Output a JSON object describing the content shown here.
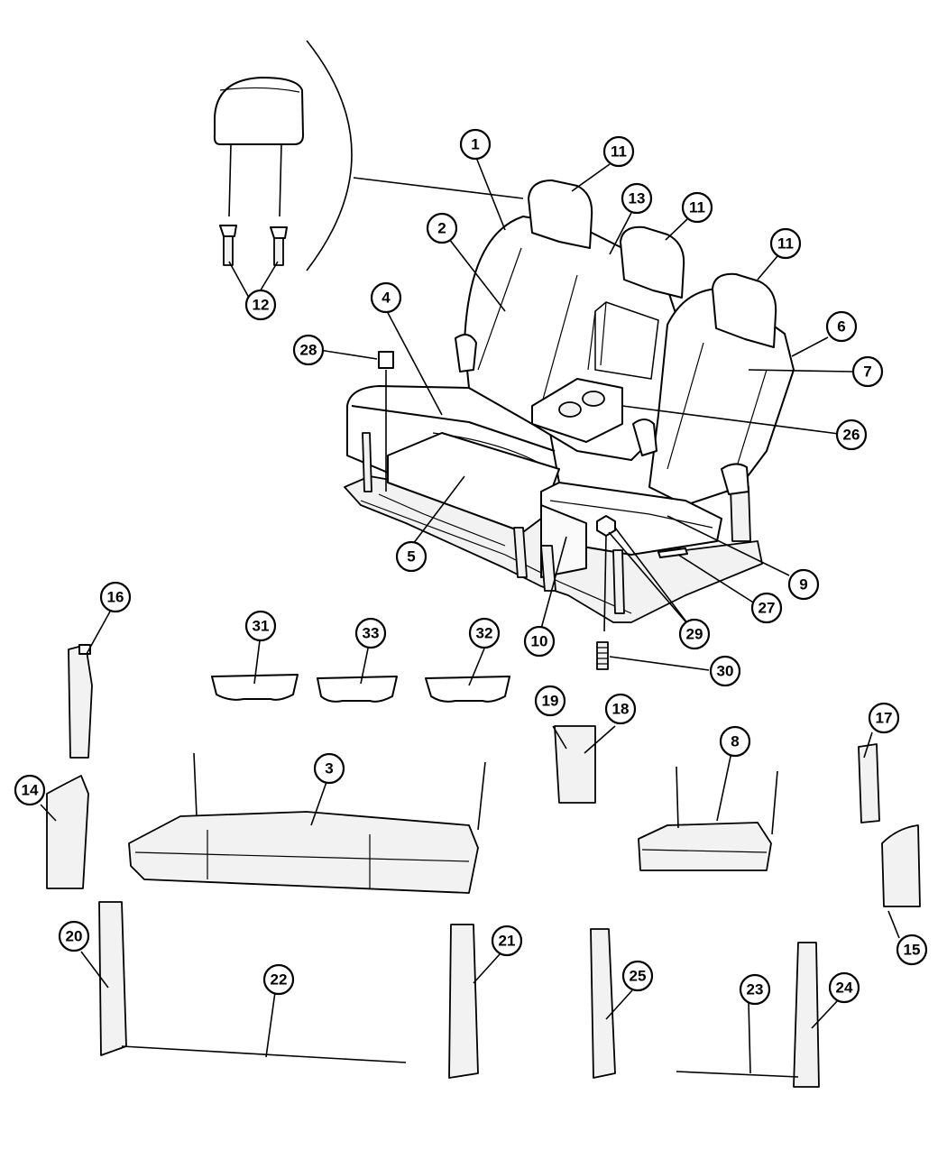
{
  "callouts": {
    "c1": "1",
    "c2": "2",
    "c3": "3",
    "c4": "4",
    "c5": "5",
    "c6": "6",
    "c7": "7",
    "c8": "8",
    "c9": "9",
    "c10": "10",
    "c11a": "11",
    "c11b": "11",
    "c11c": "11",
    "c12": "12",
    "c13": "13",
    "c14": "14",
    "c15": "15",
    "c16": "16",
    "c17": "17",
    "c18": "18",
    "c19": "19",
    "c20": "20",
    "c21": "21",
    "c22": "22",
    "c23": "23",
    "c24": "24",
    "c25": "25",
    "c26": "26",
    "c27": "27",
    "c28": "28",
    "c29": "29",
    "c30": "30",
    "c31": "31",
    "c32": "32",
    "c33": "33"
  }
}
